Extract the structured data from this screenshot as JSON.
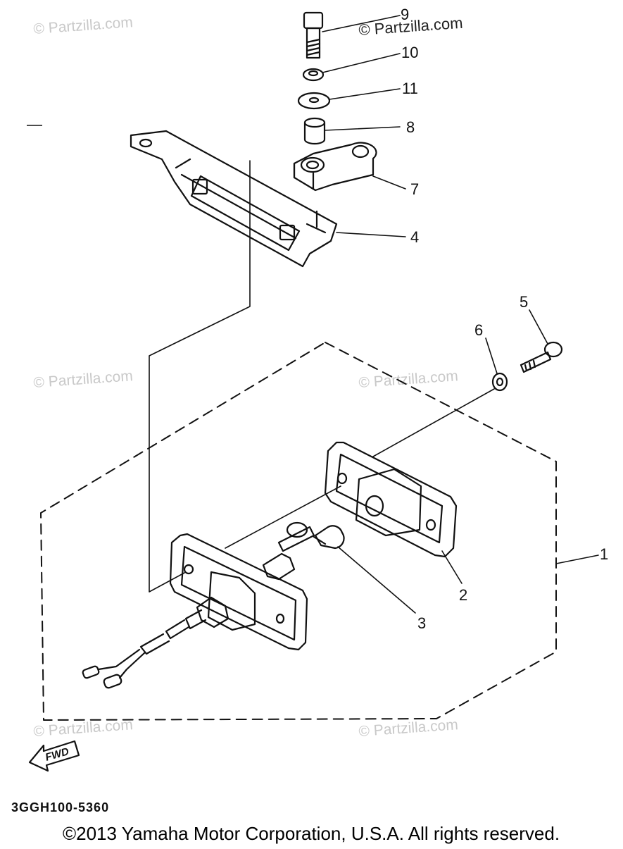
{
  "watermarks": [
    "© Partzilla.com",
    "© Partzilla.com",
    "© Partzilla.com",
    "© Partzilla.com",
    "© Partzilla.com",
    "© Partzilla.com"
  ],
  "callouts": [
    "1",
    "2",
    "3",
    "4",
    "5",
    "6",
    "7",
    "8",
    "9",
    "10",
    "11"
  ],
  "fwd_label": "FWD",
  "diagram_code": "3GGH100-5360",
  "copyright": "©2013 Yamaha Motor Corporation, U.S.A. All rights reserved.",
  "colors": {
    "line": "#111111",
    "watermark": "#c9c9c9"
  }
}
